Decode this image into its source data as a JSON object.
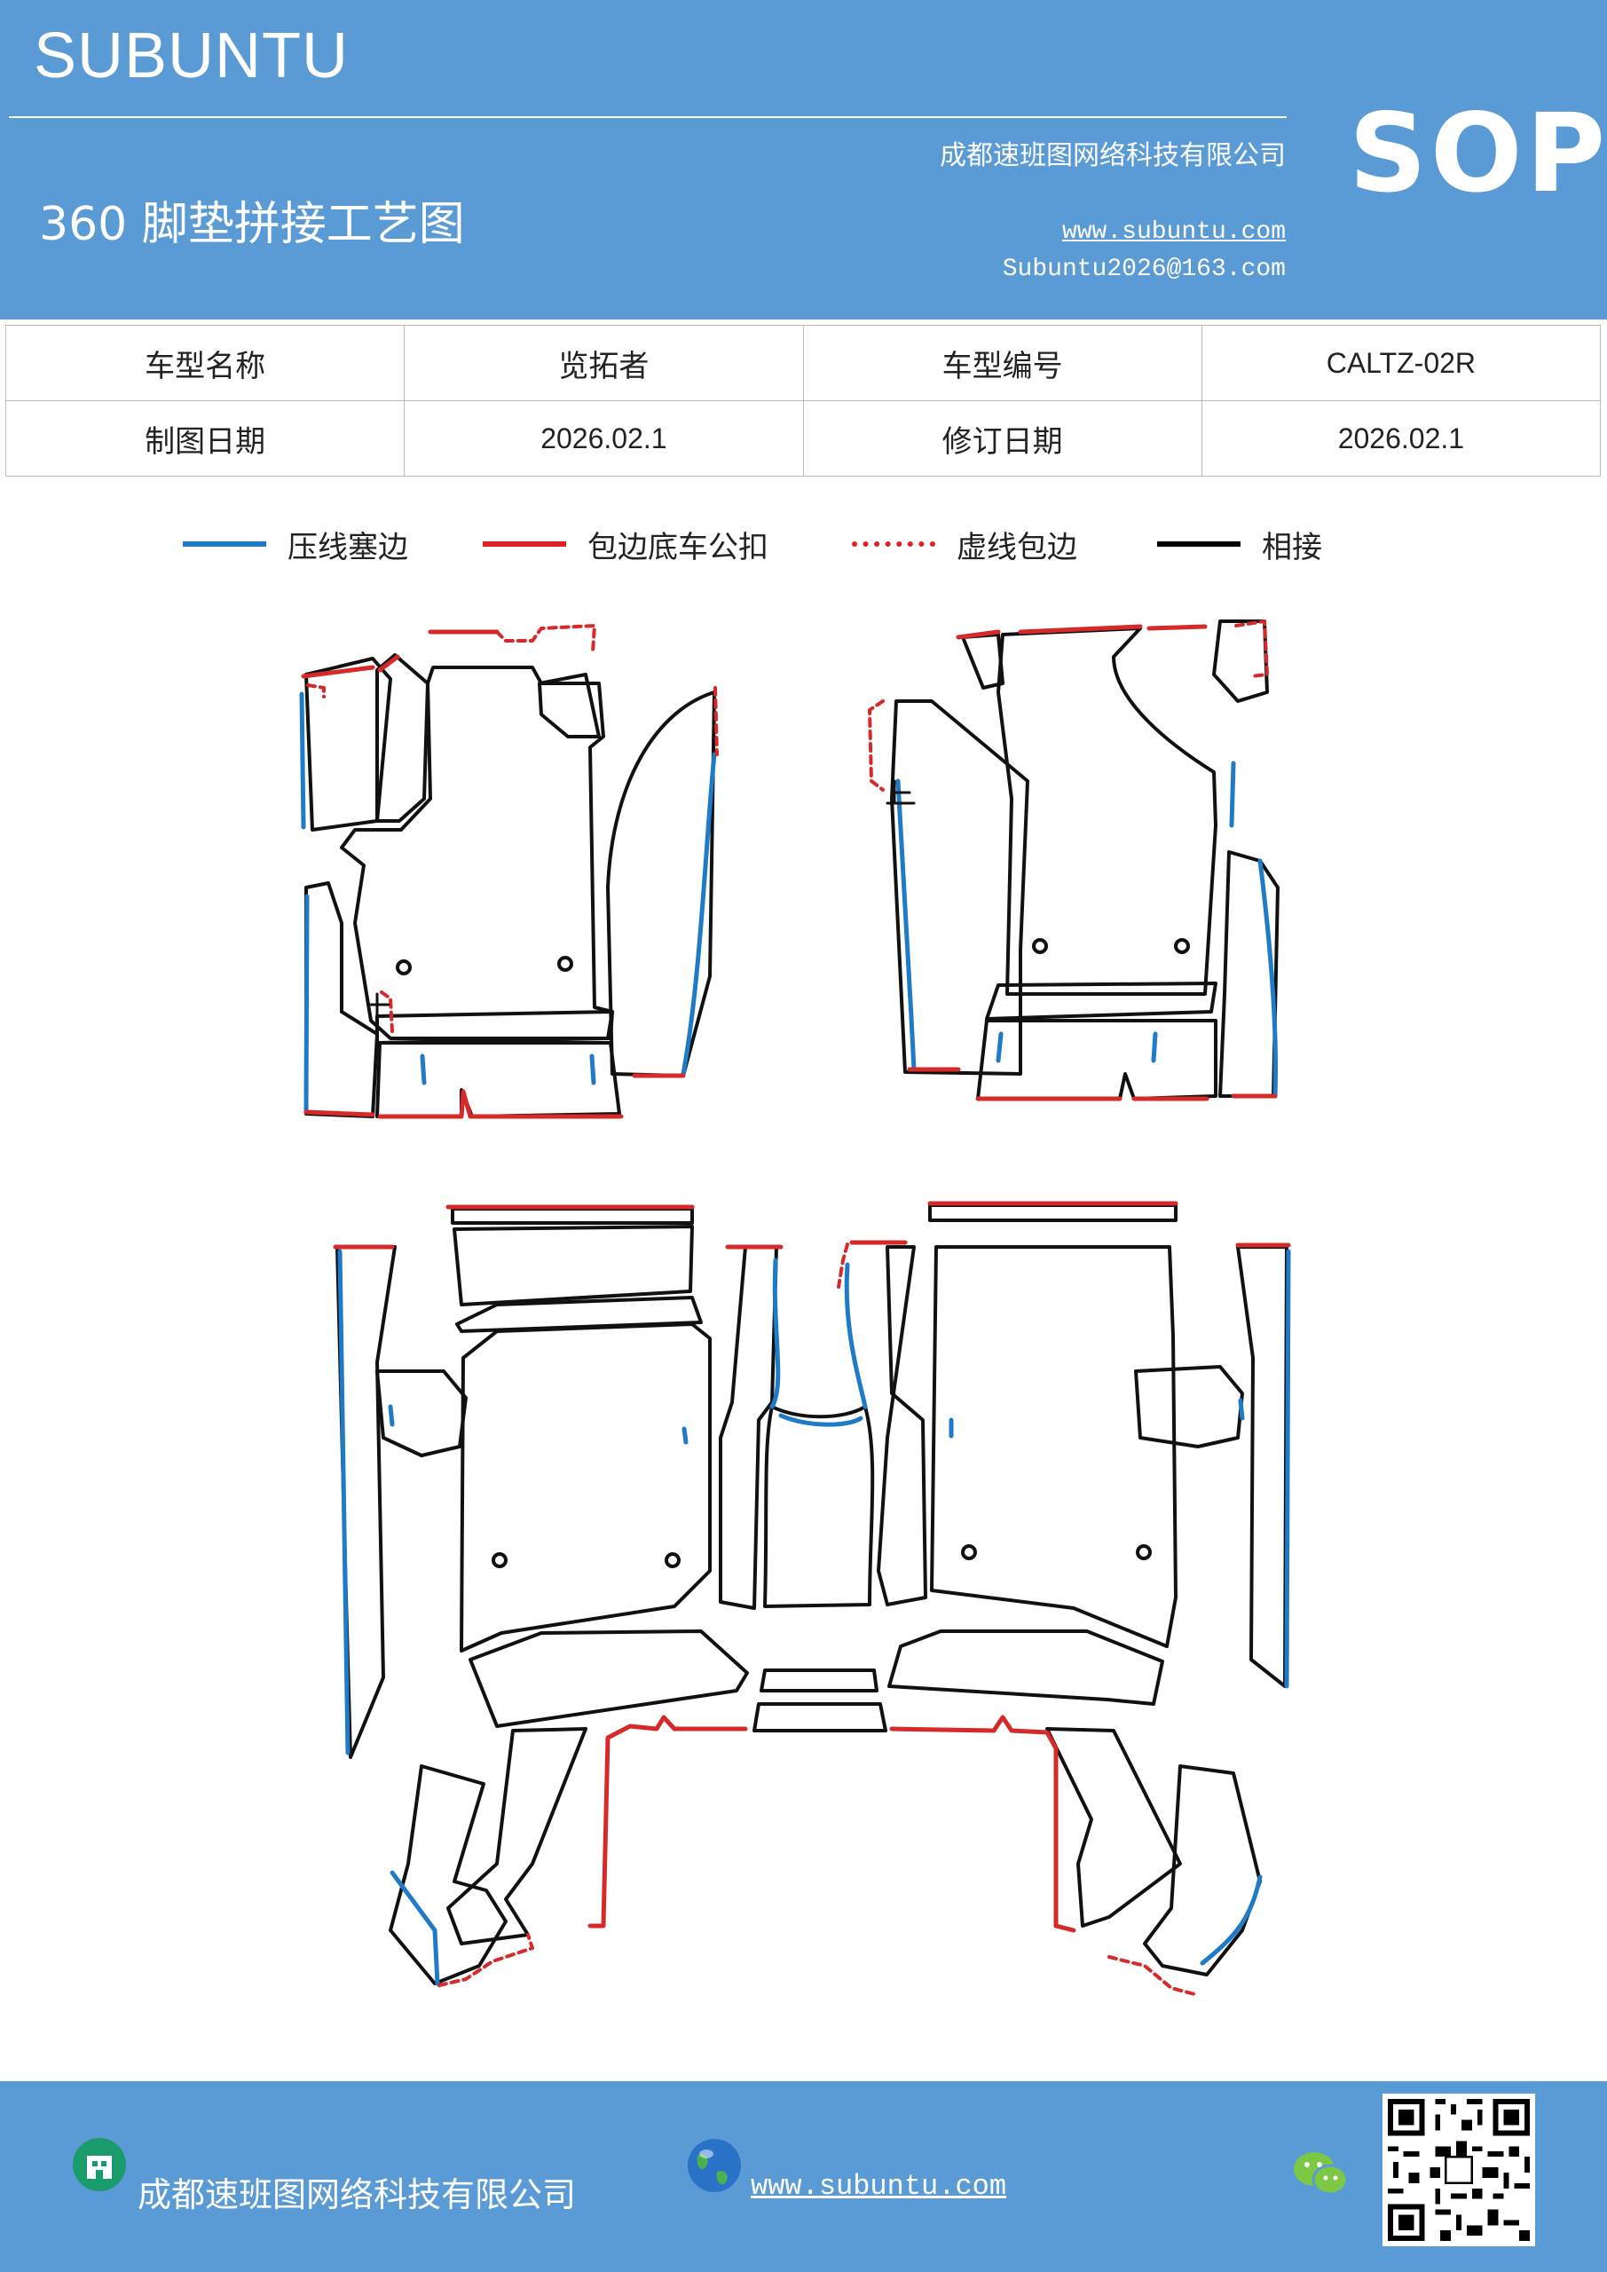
{
  "header": {
    "brand": "SUBUNTU",
    "company": "成都速班图网络科技有限公司",
    "sop": "SOP",
    "title": "360 脚垫拼接工艺图",
    "website": "www.subuntu.com",
    "email": "Subuntu2026@163.com"
  },
  "info_table": {
    "rows": [
      [
        "车型名称",
        "览拓者",
        "车型编号",
        "CALTZ-02R"
      ],
      [
        "制图日期",
        "2026.02.1",
        "修订日期",
        "2026.02.1"
      ]
    ]
  },
  "legend": [
    {
      "label": "压线塞边",
      "color": "#1f7bc7",
      "style": "solid"
    },
    {
      "label": "包边底车公扣",
      "color": "#e02020",
      "style": "solid"
    },
    {
      "label": "虚线包边",
      "color": "#e02020",
      "style": "dotted"
    },
    {
      "label": "相接",
      "color": "#000000",
      "style": "solid"
    }
  ],
  "footer": {
    "company": "成都速班图网络科技有限公司",
    "website": "www.subuntu.com"
  },
  "colors": {
    "header_bg": "#5b9bd5",
    "blue_line": "#1f7bc7",
    "red_line": "#d42a2a",
    "black_line": "#111111"
  }
}
